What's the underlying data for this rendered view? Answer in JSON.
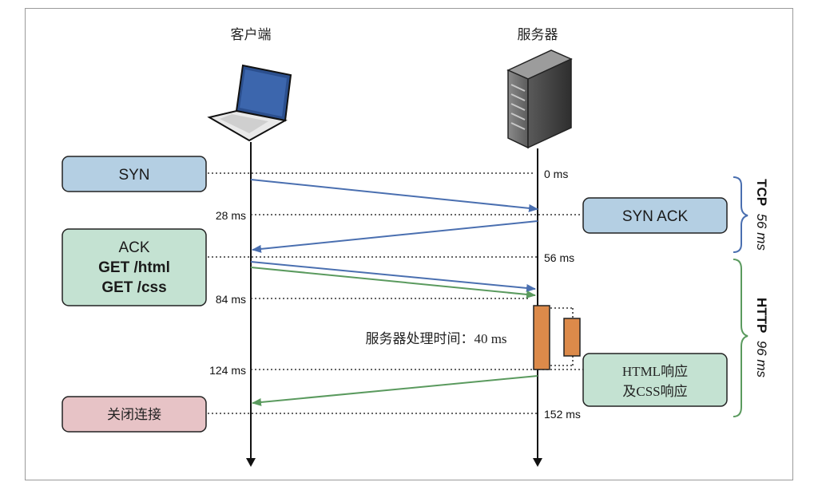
{
  "headers": {
    "client": "客户端",
    "server": "服务器"
  },
  "boxes": {
    "syn": "SYN",
    "syn_ack": "SYN ACK",
    "ack_lines": [
      "ACK",
      "GET /html",
      "GET /css"
    ],
    "response_lines": [
      "HTML响应",
      "及CSS响应"
    ],
    "close": "关闭连接"
  },
  "times": {
    "t0": "0 ms",
    "t28": "28 ms",
    "t56": "56 ms",
    "t84": "84 ms",
    "t124": "124 ms",
    "t152": "152 ms"
  },
  "processing_label": "服务器处理时间：40 ms",
  "phases": {
    "tcp": {
      "name": "TCP",
      "duration": "56 ms"
    },
    "http": {
      "name": "HTTP",
      "duration": "96 ms"
    }
  },
  "colors": {
    "blue_box": "#b4cfe3",
    "green_box": "#c4e2d2",
    "pink_box": "#e7c3c6",
    "blue_arrow": "#4a6fb0",
    "green_arrow": "#5a9a5e",
    "orange_bar": "#dc8a4a"
  }
}
